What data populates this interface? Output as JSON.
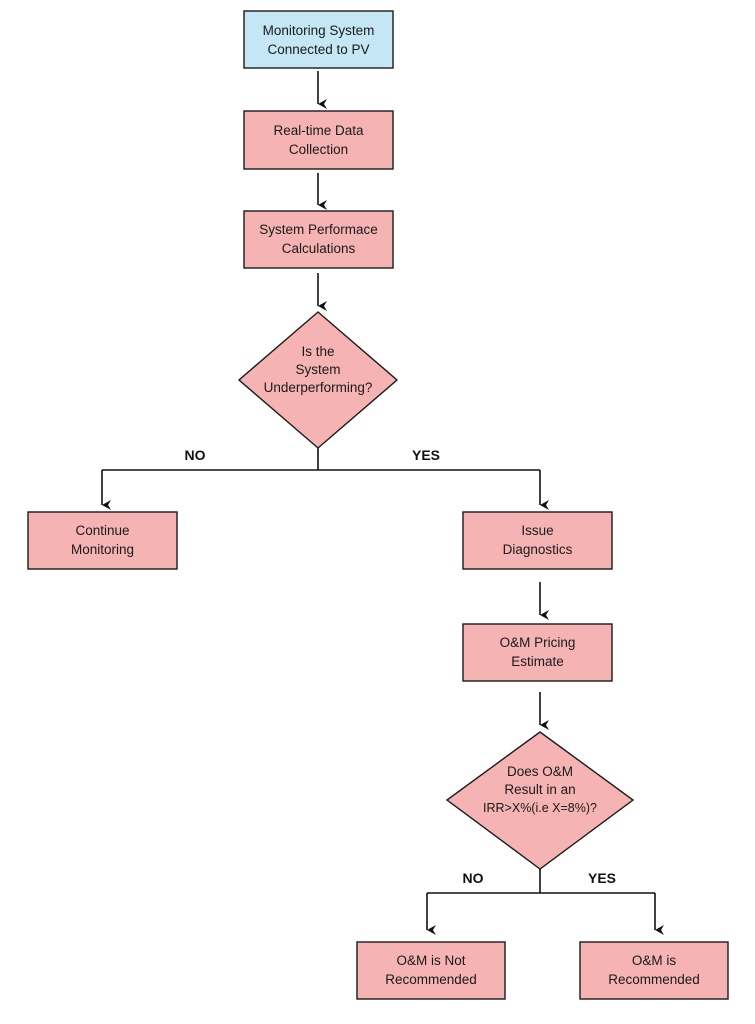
{
  "colors": {
    "start_fill": "#c5e6f5",
    "step_fill": "#f5b3b3",
    "decision_fill": "#f5b3b3",
    "stroke": "#1a1a1a"
  },
  "nodes": {
    "monitoring": {
      "line1": "Monitoring System",
      "line2": "Connected to PV"
    },
    "data_collection": {
      "line1": "Real-time Data",
      "line2": "Collection"
    },
    "performance": {
      "line1": "System Performace",
      "line2": "Calculations"
    },
    "underperforming": {
      "line1": "Is the",
      "line2": "System",
      "line3": "Underperforming?"
    },
    "continue_monitoring": {
      "line1": "Continue",
      "line2": "Monitoring"
    },
    "issue_diagnostics": {
      "line1": "Issue",
      "line2": "Diagnostics"
    },
    "pricing": {
      "line1": "O&M Pricing",
      "line2": "Estimate"
    },
    "irr_decision": {
      "line1": "Does O&M",
      "line2": "Result in an",
      "line3": "IRR>X%(i.e X=8%)?"
    },
    "not_recommended": {
      "line1": "O&M is Not",
      "line2": "Recommended"
    },
    "recommended": {
      "line1": "O&M is",
      "line2": "Recommended"
    }
  },
  "branches": {
    "first_no": "NO",
    "first_yes": "YES",
    "second_no": "NO",
    "second_yes": "YES"
  }
}
